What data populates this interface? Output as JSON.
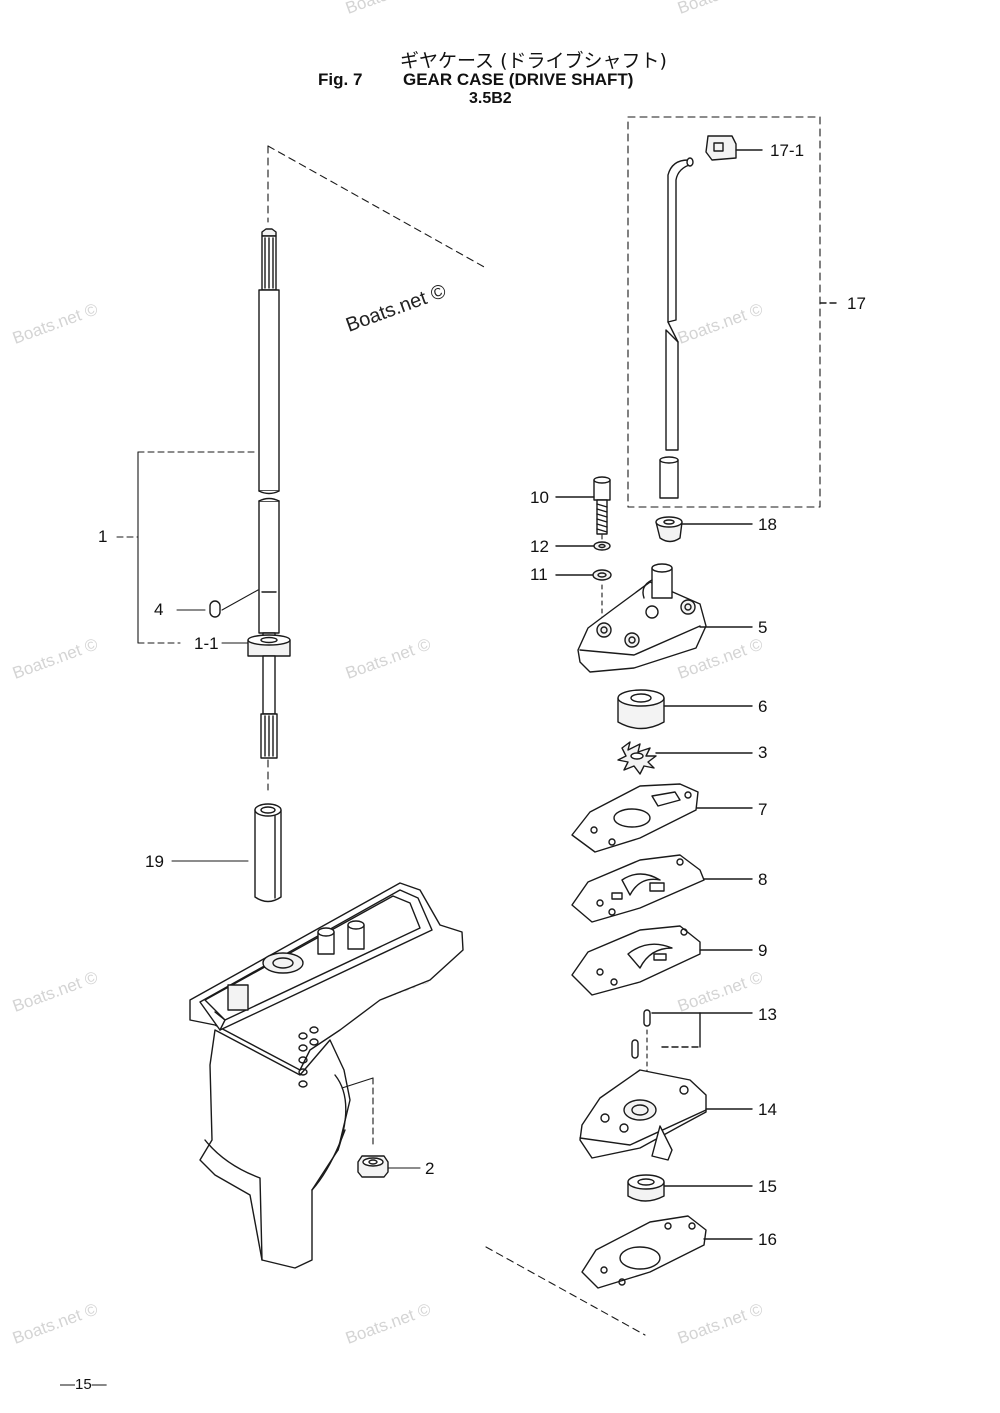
{
  "header": {
    "title_jp": "ギヤケース (ドライブシャフト)",
    "fig_no": "Fig. 7",
    "title_en": "GEAR CASE (DRIVE SHAFT)",
    "model": "3.5B2"
  },
  "watermark_main": "Boats.net ©",
  "watermark_text": "Boats.net ©",
  "page_number": "—15—",
  "callouts": [
    "1",
    "1-1",
    "4",
    "19",
    "2",
    "17-1",
    "17",
    "10",
    "18",
    "12",
    "11",
    "5",
    "6",
    "3",
    "7",
    "8",
    "9",
    "13",
    "14",
    "15",
    "16"
  ],
  "colors": {
    "line": "#1a1a1a",
    "fill": "#f3f3f3",
    "watermark": "#d4d4d4"
  }
}
